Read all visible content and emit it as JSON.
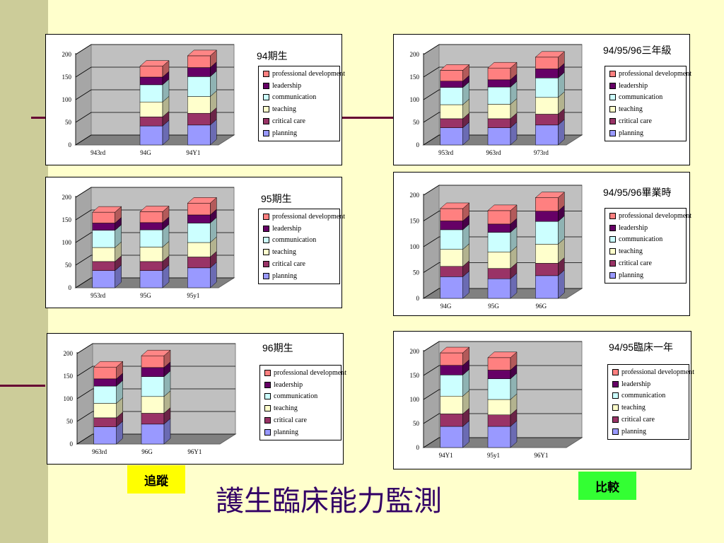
{
  "slide_title": "護生臨床能力監測",
  "tag_left": "追蹤",
  "tag_right": "比較",
  "legend_labels": [
    "professional development",
    "leadership",
    "communication",
    "teaching",
    "critical care",
    "planning"
  ],
  "series_colors": [
    "#ff8080",
    "#660066",
    "#ccffff",
    "#ffffcc",
    "#993366",
    "#9999ff"
  ],
  "chart_data": [
    {
      "type": "bar",
      "stacked": true,
      "title": "94期生",
      "ylim": [
        0,
        200
      ],
      "yticks": [
        0,
        50,
        100,
        150,
        200
      ],
      "categories": [
        "943rd",
        "94G",
        "94Y1"
      ],
      "series": [
        {
          "name": "planning",
          "values": [
            0,
            42,
            44
          ]
        },
        {
          "name": "critical care",
          "values": [
            0,
            20,
            26
          ]
        },
        {
          "name": "teaching",
          "values": [
            0,
            33,
            37
          ]
        },
        {
          "name": "communication",
          "values": [
            0,
            38,
            44
          ]
        },
        {
          "name": "leadership",
          "values": [
            0,
            17,
            20
          ]
        },
        {
          "name": "professional development",
          "values": [
            0,
            24,
            26
          ]
        }
      ]
    },
    {
      "type": "bar",
      "stacked": true,
      "title": "94/95/96三年級",
      "ylim": [
        0,
        200
      ],
      "yticks": [
        0,
        50,
        100,
        150,
        200
      ],
      "categories": [
        "953rd",
        "963rd",
        "973rd"
      ],
      "series": [
        {
          "name": "planning",
          "values": [
            38,
            38,
            44
          ]
        },
        {
          "name": "critical care",
          "values": [
            20,
            20,
            24
          ]
        },
        {
          "name": "teaching",
          "values": [
            31,
            32,
            37
          ]
        },
        {
          "name": "communication",
          "values": [
            38,
            38,
            43
          ]
        },
        {
          "name": "leadership",
          "values": [
            14,
            16,
            20
          ]
        },
        {
          "name": "professional development",
          "values": [
            24,
            26,
            26
          ]
        }
      ]
    },
    {
      "type": "bar",
      "stacked": true,
      "title": "95期生",
      "ylim": [
        0,
        200
      ],
      "yticks": [
        0,
        50,
        100,
        150,
        200
      ],
      "categories": [
        "953rd",
        "95G",
        "95y1"
      ],
      "series": [
        {
          "name": "planning",
          "values": [
            38,
            38,
            44
          ]
        },
        {
          "name": "critical care",
          "values": [
            20,
            20,
            24
          ]
        },
        {
          "name": "teaching",
          "values": [
            31,
            32,
            32
          ]
        },
        {
          "name": "communication",
          "values": [
            38,
            38,
            43
          ]
        },
        {
          "name": "leadership",
          "values": [
            16,
            16,
            18
          ]
        },
        {
          "name": "professional development",
          "values": [
            24,
            24,
            26
          ]
        }
      ]
    },
    {
      "type": "bar",
      "stacked": true,
      "title": "94/95/96畢業時",
      "ylim": [
        0,
        200
      ],
      "yticks": [
        0,
        50,
        100,
        150,
        200
      ],
      "categories": [
        "94G",
        "95G",
        "96G"
      ],
      "series": [
        {
          "name": "planning",
          "values": [
            42,
            38,
            44
          ]
        },
        {
          "name": "critical care",
          "values": [
            20,
            20,
            24
          ]
        },
        {
          "name": "teaching",
          "values": [
            33,
            32,
            37
          ]
        },
        {
          "name": "communication",
          "values": [
            38,
            38,
            44
          ]
        },
        {
          "name": "leadership",
          "values": [
            17,
            16,
            20
          ]
        },
        {
          "name": "professional development",
          "values": [
            24,
            26,
            26
          ]
        }
      ]
    },
    {
      "type": "bar",
      "stacked": true,
      "title": "96期生",
      "ylim": [
        0,
        200
      ],
      "yticks": [
        0,
        50,
        100,
        150,
        200
      ],
      "categories": [
        "963rd",
        "96G",
        "96Y1"
      ],
      "series": [
        {
          "name": "planning",
          "values": [
            38,
            44,
            0
          ]
        },
        {
          "name": "critical care",
          "values": [
            20,
            24,
            0
          ]
        },
        {
          "name": "teaching",
          "values": [
            32,
            37,
            0
          ]
        },
        {
          "name": "communication",
          "values": [
            38,
            44,
            0
          ]
        },
        {
          "name": "leadership",
          "values": [
            16,
            20,
            0
          ]
        },
        {
          "name": "professional development",
          "values": [
            26,
            26,
            0
          ]
        }
      ]
    },
    {
      "type": "bar",
      "stacked": true,
      "title": "94/95臨床一年",
      "ylim": [
        0,
        200
      ],
      "yticks": [
        0,
        50,
        100,
        150,
        200
      ],
      "categories": [
        "94Y1",
        "95y1",
        "96Y1"
      ],
      "series": [
        {
          "name": "planning",
          "values": [
            44,
            44,
            0
          ]
        },
        {
          "name": "critical care",
          "values": [
            26,
            24,
            0
          ]
        },
        {
          "name": "teaching",
          "values": [
            37,
            32,
            0
          ]
        },
        {
          "name": "communication",
          "values": [
            44,
            43,
            0
          ]
        },
        {
          "name": "leadership",
          "values": [
            20,
            18,
            0
          ]
        },
        {
          "name": "professional development",
          "values": [
            26,
            26,
            0
          ]
        }
      ]
    }
  ]
}
